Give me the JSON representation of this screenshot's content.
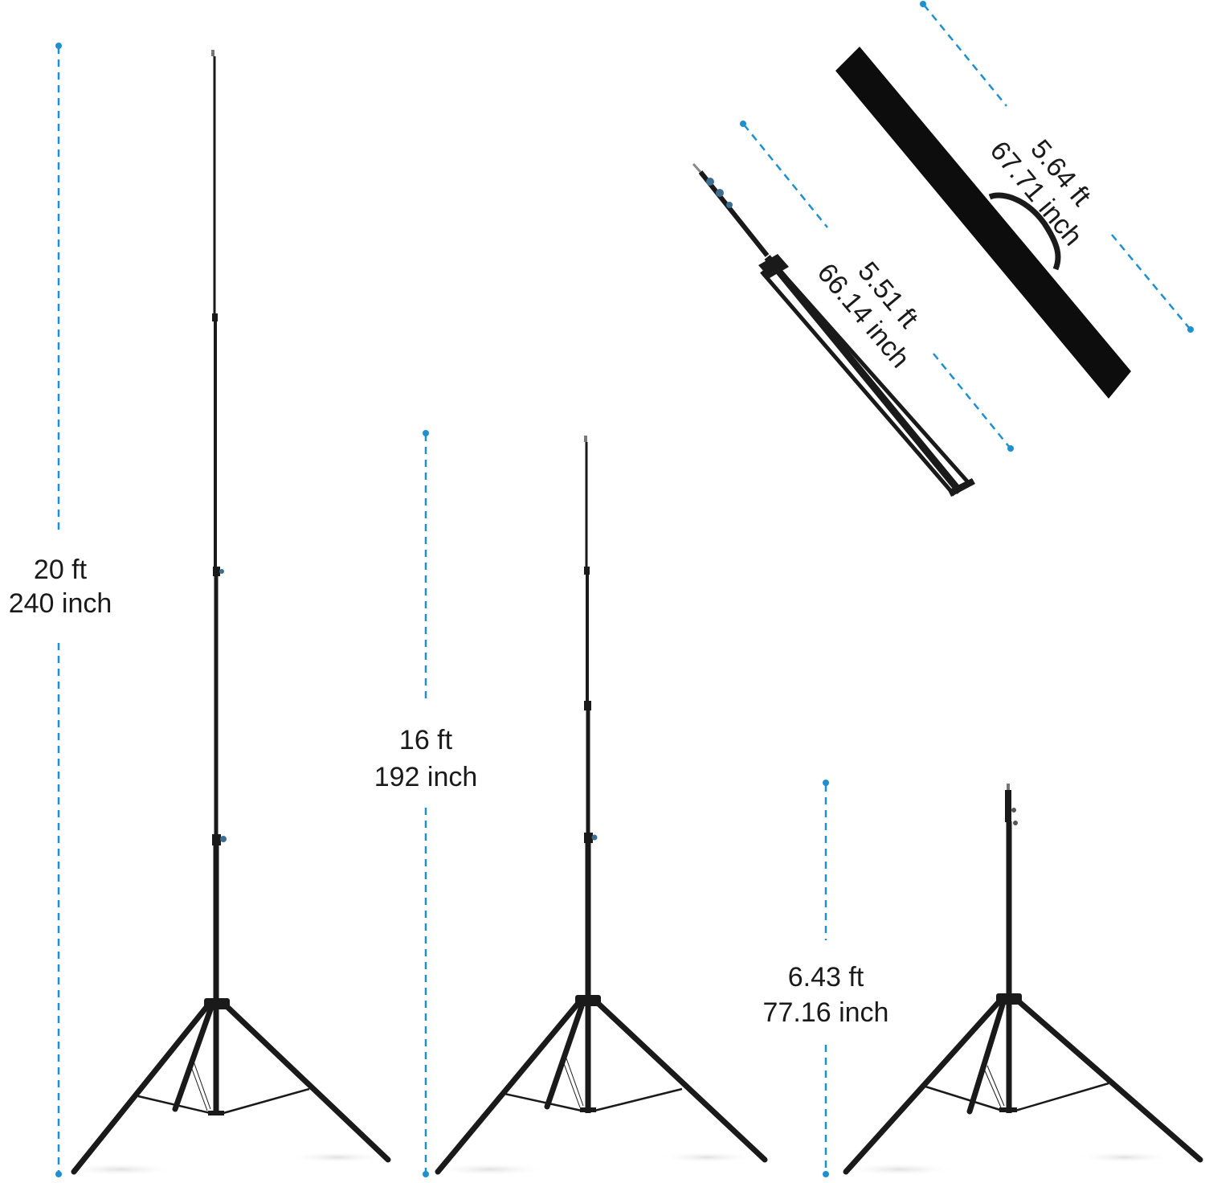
{
  "colors": {
    "background": "#ffffff",
    "dimension_line": "#1e8fd0",
    "stand": "#1a1a1a",
    "text": "#1a1a1a"
  },
  "items": [
    {
      "name": "stand-max-20ft",
      "type": "extended-light-stand",
      "label_ft": "20 ft",
      "label_inch": "240 inch"
    },
    {
      "name": "stand-16ft",
      "type": "extended-light-stand",
      "label_ft": "16 ft",
      "label_inch": "192 inch"
    },
    {
      "name": "stand-min",
      "type": "collapsed-height-light-stand",
      "label_ft": "6.43 ft",
      "label_inch": "77.16 inch"
    },
    {
      "name": "stand-folded",
      "type": "folded-light-stand",
      "label_ft": "5.51 ft",
      "label_inch": "66.14 inch"
    },
    {
      "name": "carry-bag",
      "type": "carry-bag",
      "label_ft": "5.64 ft",
      "label_inch": "67.71 inch"
    }
  ]
}
